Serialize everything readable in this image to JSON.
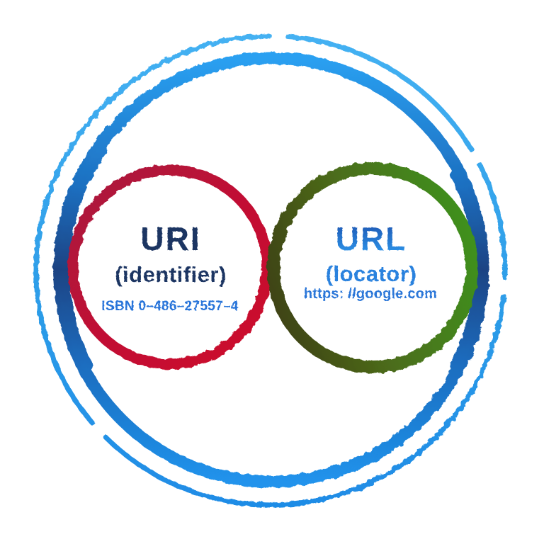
{
  "colors": {
    "background": "#ffffff",
    "outer_ring_top": "#2aa0f1",
    "outer_ring_mid": "#1a4383",
    "outer_ring_bottom": "#2093ec",
    "dashed_ring_top": "#44b1f2",
    "dashed_ring_mid": "#2f9fe9",
    "dashed_ring_bottom": "#1f8ce6",
    "uri_ring_dark": "#a8133e",
    "uri_ring_mid": "#c11134",
    "uri_ring_bright": "#cd0f2b",
    "url_ring_dark": "#3f4415",
    "url_ring_mid": "#4c6c1a",
    "url_ring_bright": "#3f901c",
    "uri_text": "#1c3462",
    "uri_example_text": "#2673d9",
    "url_text_dark": "#1d52ae",
    "url_text_bright": "#2f9bf0",
    "url_subtitle_text": "#2c82de",
    "url_example_text": "#2a76d8"
  },
  "uri_circle": {
    "title": "URI",
    "subtitle": "(identifier)",
    "example": "ISBN 0–486–27557–4"
  },
  "url_circle": {
    "title": "URL",
    "subtitle": "(locator)",
    "example": "https: //google.com"
  }
}
